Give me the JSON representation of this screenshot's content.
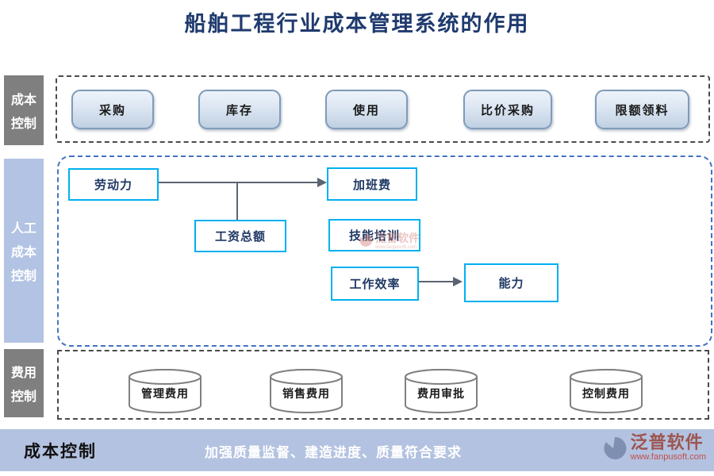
{
  "title": "船舶工程行业成本管理系统的作用",
  "sidebar": {
    "blocks": [
      {
        "name": "cost-control",
        "label_lines": [
          "成本",
          "控制"
        ]
      },
      {
        "name": "labor-cost-control",
        "label_lines": [
          "人工",
          "成本",
          "控制"
        ]
      },
      {
        "name": "expense-control",
        "label_lines": [
          "费用",
          "控制"
        ]
      }
    ]
  },
  "top_section": {
    "buttons": [
      "采购",
      "库存",
      "使用",
      "比价采购",
      "限额领料"
    ]
  },
  "middle_section": {
    "boxes": [
      "劳动力",
      "加班费",
      "工资总额",
      "技能培训",
      "工作效率",
      "能力"
    ]
  },
  "bottom_section": {
    "cylinders": [
      "管理费用",
      "销售费用",
      "费用审批",
      "控制费用"
    ]
  },
  "footer": {
    "label": "成本控制",
    "slogan": "加强质量监督、建造进度、质量符合要求",
    "brand": "泛普软件",
    "url": "www.fanpusoft.com"
  },
  "watermark": {
    "brand": "泛普软件",
    "sub": "www.fanpusoft.com"
  },
  "colors": {
    "title": "#1f3a6e",
    "sidebar_gray": "#7f7f7f",
    "sidebar_blue": "#b3c3e3",
    "flow_box_border": "#00b0f0",
    "mid_section_border": "#4472c4",
    "section_border": "#4b4b4b",
    "arrow": "#5a6472",
    "footer_bg": "#b3c2e0",
    "brand_red": "#c0504d"
  }
}
